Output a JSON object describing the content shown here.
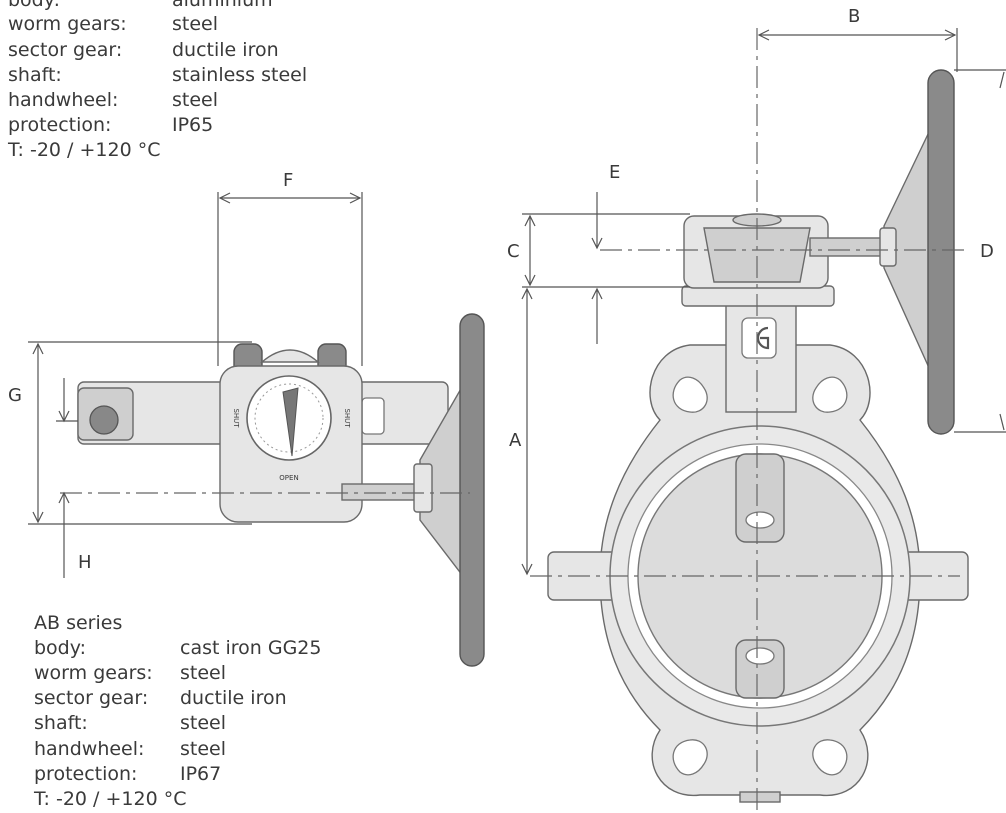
{
  "top_spec": [
    {
      "label": "body:",
      "value": "aluminium"
    },
    {
      "label": "worm gears:",
      "value": "steel"
    },
    {
      "label": "sector gear:",
      "value": "ductile iron"
    },
    {
      "label": "shaft:",
      "value": "stainless steel"
    },
    {
      "label": "handwheel:",
      "value": "steel"
    },
    {
      "label": "protection:",
      "value": "IP65"
    }
  ],
  "top_temp": "T: -20 / +120 °C",
  "bottom_spec_title": "AB series",
  "bottom_spec": [
    {
      "label": "body:",
      "value": "cast iron GG25"
    },
    {
      "label": "worm gears:",
      "value": "steel"
    },
    {
      "label": "sector gear:",
      "value": "ductile iron"
    },
    {
      "label": "shaft:",
      "value": "steel"
    },
    {
      "label": "handwheel:",
      "value": "steel"
    },
    {
      "label": "protection:",
      "value": "IP67"
    }
  ],
  "bottom_temp": "T: -20 / +120 °C",
  "dimensions": {
    "A": "A",
    "B": "B",
    "C": "C",
    "D": "D",
    "E": "E",
    "F": "F",
    "G": "G",
    "H": "H"
  },
  "gearbox_markings": {
    "open": "OPEN",
    "shut_left": "SHUT",
    "shut_right": "SHUT"
  }
}
